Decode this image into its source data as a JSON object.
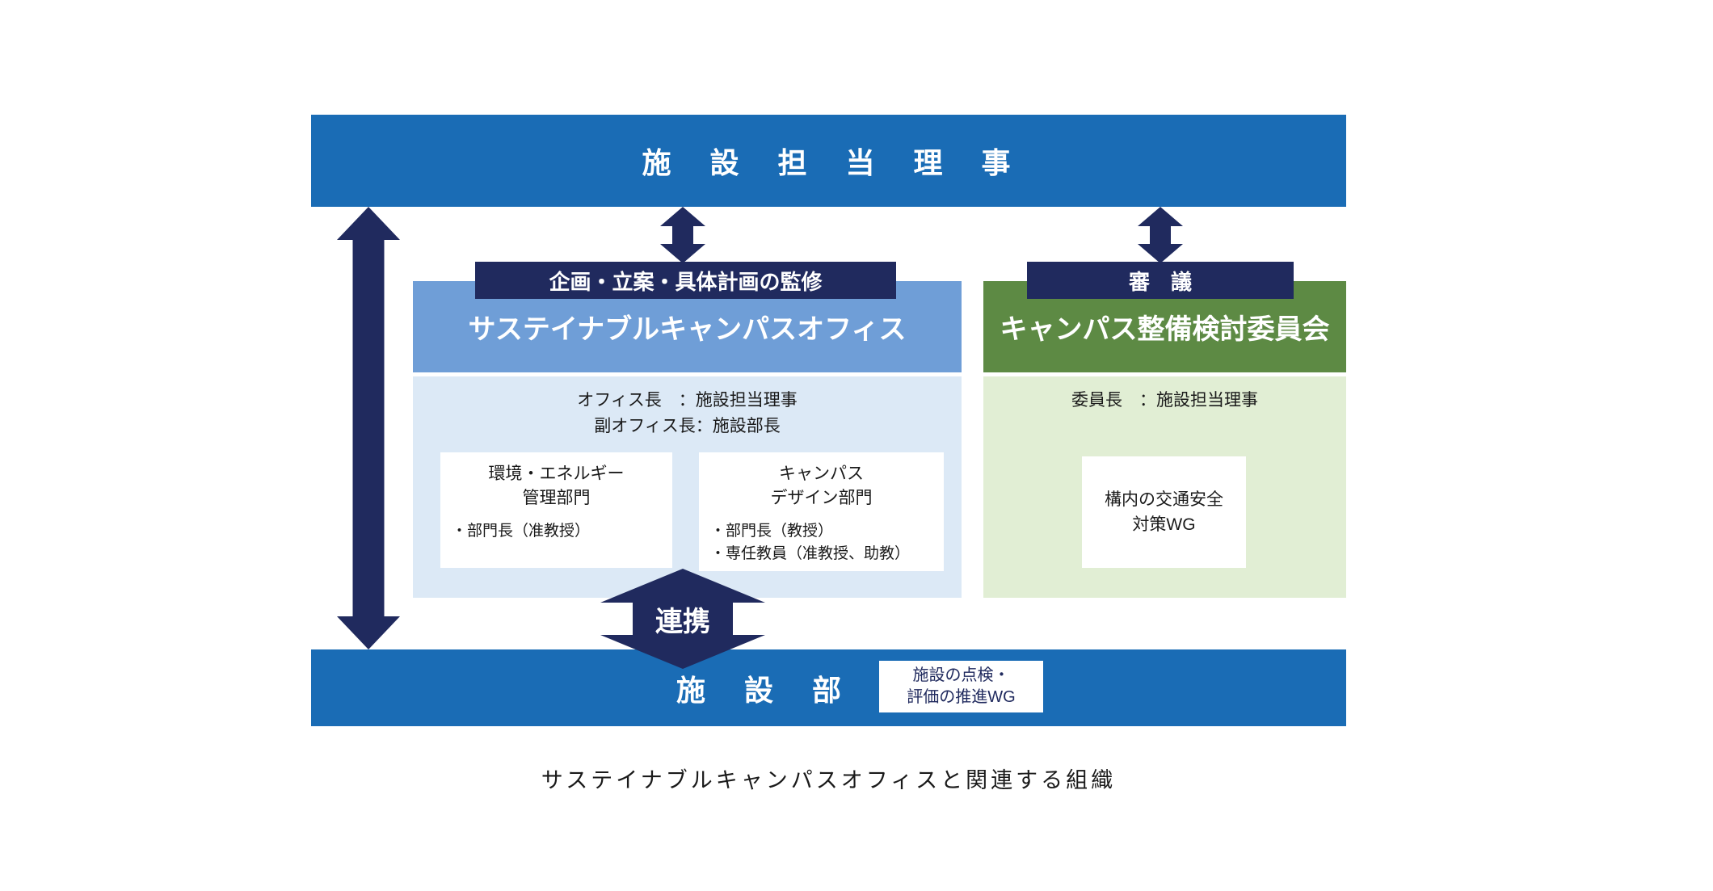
{
  "colors": {
    "bar_blue": "#1a6cb5",
    "navy": "#202a5e",
    "office_blue": "#6f9ed7",
    "panel_blue": "#dce9f6",
    "green": "#5d8a44",
    "panel_green": "#e1eed4",
    "white": "#ffffff"
  },
  "top_bar": {
    "label": "施　設　担　当　理　事"
  },
  "office": {
    "supervision_label": "企画・立案・具体計画の監修",
    "title": "サステイナブルキャンパスオフィス",
    "head_lines": [
      "オフィス長　：施設担当理事",
      "副オフィス長：施設部長"
    ],
    "departments": [
      {
        "title_lines": [
          "環境・エネルギー",
          "管理部門"
        ],
        "members": [
          "・部門長（准教授）"
        ]
      },
      {
        "title_lines": [
          "キャンパス",
          "デザイン部門"
        ],
        "members": [
          "・部門長（教授）",
          "・専任教員（准教授、助教）"
        ]
      }
    ]
  },
  "committee": {
    "deliberation_label": "審　議",
    "title": "キャンパス整備検討委員会",
    "chair_line": "委員長　：施設担当理事",
    "wg_lines": [
      "構内の交通安全",
      "対策WG"
    ]
  },
  "collaboration": {
    "label": "連携"
  },
  "bottom_bar": {
    "label": "施　設　部",
    "wg_lines": [
      "施設の点検・",
      "評価の推進WG"
    ]
  },
  "caption": "サステイナブルキャンパスオフィスと関連する組織"
}
